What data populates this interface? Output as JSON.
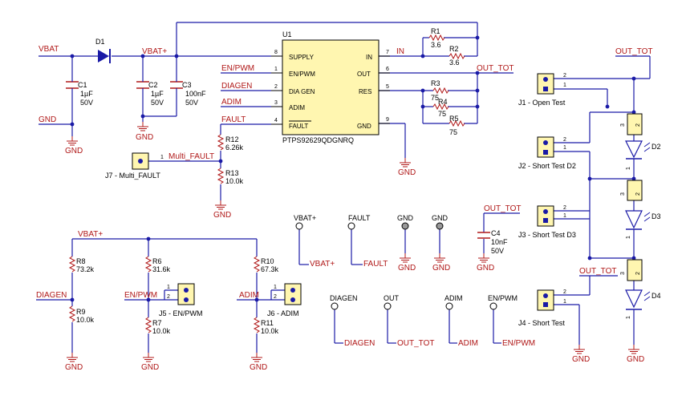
{
  "nets": {
    "vbat": "VBAT",
    "vbat_plus": "VBAT+",
    "gnd": "GND",
    "in": "IN",
    "out_tot": "OUT_TOT",
    "en_pwm": "EN/PWM",
    "diagen": "DIAGEN",
    "adim": "ADIM",
    "fault": "FAULT",
    "multi_fault": "Multi_FAULT",
    "out": "OUT"
  },
  "ic": {
    "ref": "U1",
    "part": "PTPS92629QDGNRQ",
    "pins": [
      {
        "num": "8",
        "name": "SUPPLY"
      },
      {
        "num": "1",
        "name": "EN/PWM"
      },
      {
        "num": "2",
        "name": "DIA GEN"
      },
      {
        "num": "3",
        "name": "ADIM"
      },
      {
        "num": "4",
        "name": "FAULT"
      },
      {
        "num": "7",
        "name": "IN"
      },
      {
        "num": "6",
        "name": "OUT"
      },
      {
        "num": "5",
        "name": "RES"
      },
      {
        "num": "9",
        "name": "GND"
      }
    ]
  },
  "components": {
    "D1": {
      "ref": "D1"
    },
    "C1": {
      "ref": "C1",
      "value": "1µF",
      "volt": "50V"
    },
    "C2": {
      "ref": "C2",
      "value": "1µF",
      "volt": "50V"
    },
    "C3": {
      "ref": "C3",
      "value": "100nF",
      "volt": "50V"
    },
    "C4": {
      "ref": "C4",
      "value": "10nF",
      "volt": "50V"
    },
    "R1": {
      "ref": "R1",
      "value": "3.6"
    },
    "R2": {
      "ref": "R2",
      "value": "3.6"
    },
    "R3": {
      "ref": "R3",
      "value": "75"
    },
    "R4": {
      "ref": "R4",
      "value": "75"
    },
    "R5": {
      "ref": "R5",
      "value": "75"
    },
    "R6": {
      "ref": "R6",
      "value": "31.6k"
    },
    "R7": {
      "ref": "R7",
      "value": "10.0k"
    },
    "R8": {
      "ref": "R8",
      "value": "73.2k"
    },
    "R9": {
      "ref": "R9",
      "value": "10.0k"
    },
    "R10": {
      "ref": "R10",
      "value": "67.3k"
    },
    "R11": {
      "ref": "R11",
      "value": "10.0k"
    },
    "R12": {
      "ref": "R12",
      "value": "6.26k"
    },
    "R13": {
      "ref": "R13",
      "value": "10.0k"
    },
    "D2": {
      "ref": "D2"
    },
    "D3": {
      "ref": "D3"
    },
    "D4": {
      "ref": "D4"
    }
  },
  "connectors": {
    "J1": "J1 - Open Test",
    "J2": "J2 - Short Test D2",
    "J3": "J3 - Short Test D3",
    "J4": "J4 - Short Test",
    "J5": "J5 - EN/PWM",
    "J6": "J6 - ADIM",
    "J7": "J7 - Multi_FAULT"
  },
  "pin_numbers": {
    "p1": "1",
    "p2": "2",
    "p3": "3"
  },
  "colors": {
    "wire": "#1a1aa6",
    "net_label": "#b01818",
    "ic_fill": "#fff6b0"
  }
}
